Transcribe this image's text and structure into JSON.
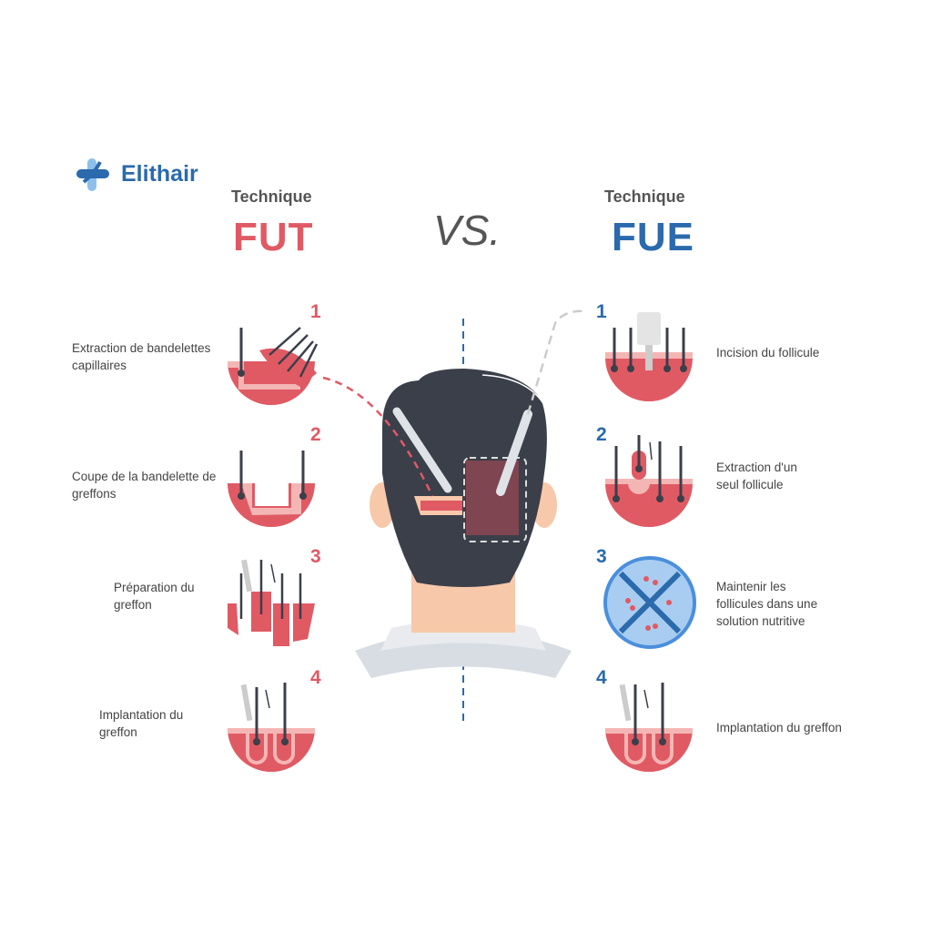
{
  "brand": {
    "name": "Elithair"
  },
  "header": {
    "fut": {
      "technique": "Technique",
      "name": "FUT"
    },
    "vs": "VS.",
    "fue": {
      "technique": "Technique",
      "name": "FUE"
    }
  },
  "fut_steps": [
    {
      "number": "1",
      "label": "Extraction de bandelettes capillaires"
    },
    {
      "number": "2",
      "label": "Coupe de la bandelette de greffons"
    },
    {
      "number": "3",
      "label": "Préparation du greffon"
    },
    {
      "number": "4",
      "label": "Implantation du greffon"
    }
  ],
  "fue_steps": [
    {
      "number": "1",
      "label": "Incision du follicule"
    },
    {
      "number": "2",
      "label": "Extraction d'un seul follicule"
    },
    {
      "number": "3",
      "label": "Maintenir les follicules dans une solution nutritive"
    },
    {
      "number": "4",
      "label": "Implantation du greffon"
    }
  ],
  "colors": {
    "fut": "#e05a64",
    "fue": "#2a6aad",
    "hair": "#3b3f4a",
    "skin": "#f8c8aa"
  }
}
